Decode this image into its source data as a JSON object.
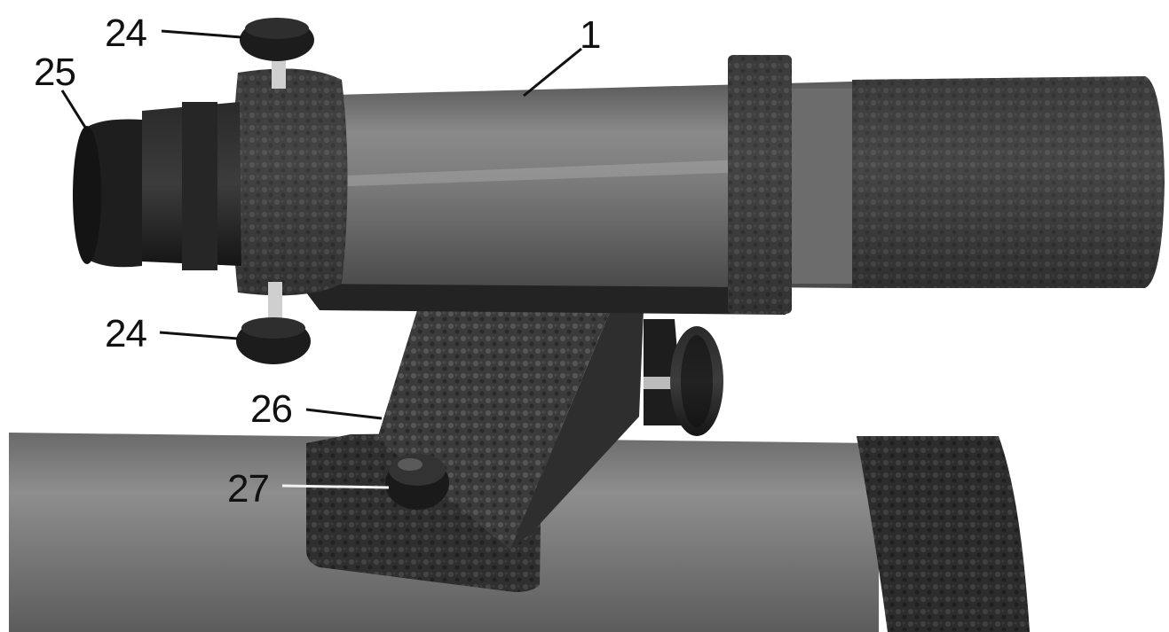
{
  "figure": {
    "background": "#ffffff",
    "tube_gray": "#7b7b7b",
    "metal_dark": "#2a2a2a",
    "label_color": "#111111",
    "label_color_light": "#f2f2f2"
  },
  "callouts": {
    "screw_top": "24",
    "eyepiece": "25",
    "finder_tube": "1",
    "screw_bottom": "24",
    "bracket": "26",
    "bracket_screw": "27"
  }
}
